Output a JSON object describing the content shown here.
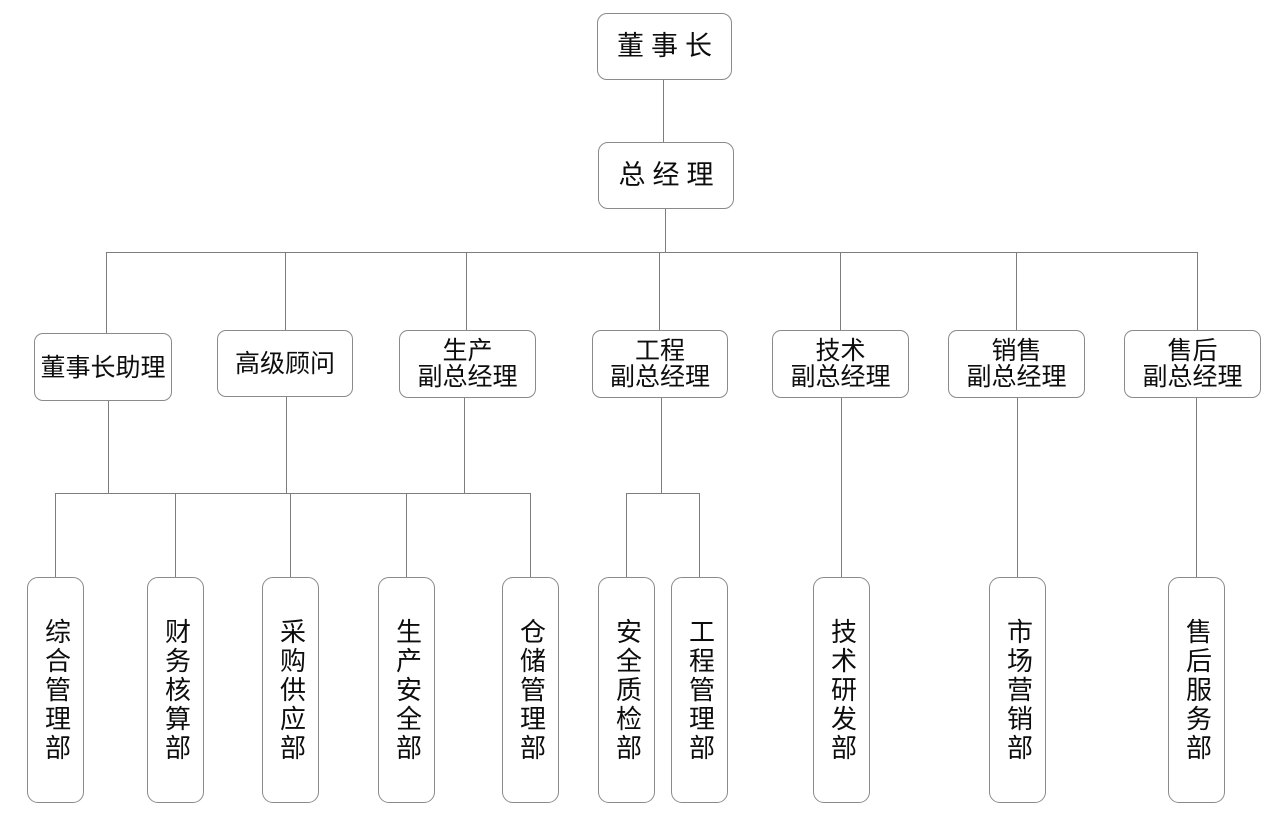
{
  "chart_data": {
    "type": "diagram",
    "diagram_kind": "organization-chart",
    "title": "",
    "orientation": "top-down",
    "levels": 4,
    "nodes": [
      {
        "id": "chairman",
        "label": "董事长",
        "level": 1,
        "parent": null
      },
      {
        "id": "gm",
        "label": "总经理",
        "level": 2,
        "parent": "chairman"
      },
      {
        "id": "chair-assist",
        "label": "董事长助理",
        "level": 3,
        "parent": "gm"
      },
      {
        "id": "senior-advisor",
        "label": "高级顾问",
        "level": 3,
        "parent": "gm"
      },
      {
        "id": "vp-production",
        "label": "生产",
        "label2": "副总经理",
        "level": 3,
        "parent": "gm"
      },
      {
        "id": "vp-engineering",
        "label": "工程",
        "label2": "副总经理",
        "level": 3,
        "parent": "gm"
      },
      {
        "id": "vp-technology",
        "label": "技术",
        "label2": "副总经理",
        "level": 3,
        "parent": "gm"
      },
      {
        "id": "vp-sales",
        "label": "销售",
        "label2": "副总经理",
        "level": 3,
        "parent": "gm"
      },
      {
        "id": "vp-aftersales",
        "label": "售后",
        "label2": "副总经理",
        "level": 3,
        "parent": "gm"
      },
      {
        "id": "dept-admin",
        "label": "综合管理部",
        "level": 4,
        "parent": "chair-assist"
      },
      {
        "id": "dept-finance",
        "label": "财务核算部",
        "level": 4,
        "parent": "chair-assist"
      },
      {
        "id": "dept-purchase",
        "label": "采购供应部",
        "level": 4,
        "parent": "senior-advisor"
      },
      {
        "id": "dept-prodsafety",
        "label": "生产安全部",
        "level": 4,
        "parent": "vp-production"
      },
      {
        "id": "dept-warehouse",
        "label": "仓储管理部",
        "level": 4,
        "parent": "vp-production"
      },
      {
        "id": "dept-qc",
        "label": "安全质检部",
        "level": 4,
        "parent": "vp-engineering"
      },
      {
        "id": "dept-engmgmt",
        "label": "工程管理部",
        "level": 4,
        "parent": "vp-engineering"
      },
      {
        "id": "dept-rd",
        "label": "技术研发部",
        "level": 4,
        "parent": "vp-technology"
      },
      {
        "id": "dept-marketing",
        "label": "市场营销部",
        "level": 4,
        "parent": "vp-sales"
      },
      {
        "id": "dept-service",
        "label": "售后服务部",
        "level": 4,
        "parent": "vp-aftersales"
      }
    ],
    "colors": {
      "background": "#ffffff",
      "box_border": "#8a8a8a",
      "connector": "#7d7d7d",
      "text": "#0d0d0d"
    }
  },
  "top": {
    "chairman": "董事长",
    "general_manager": "总经理"
  },
  "leaders": {
    "chair_assistant": "董事长助理",
    "senior_advisor": "高级顾问",
    "vp_production_l1": "生产",
    "vp_production_l2": "副总经理",
    "vp_engineering_l1": "工程",
    "vp_engineering_l2": "副总经理",
    "vp_technology_l1": "技术",
    "vp_technology_l2": "副总经理",
    "vp_sales_l1": "销售",
    "vp_sales_l2": "副总经理",
    "vp_aftersales_l1": "售后",
    "vp_aftersales_l2": "副总经理"
  },
  "departments": {
    "admin": "综合管理部",
    "finance": "财务核算部",
    "purchase": "采购供应部",
    "production_safety": "生产安全部",
    "warehouse": "仓储管理部",
    "quality_check": "安全质检部",
    "engineering_mgmt": "工程管理部",
    "research_dev": "技术研发部",
    "marketing": "市场营销部",
    "after_service": "售后服务部"
  }
}
